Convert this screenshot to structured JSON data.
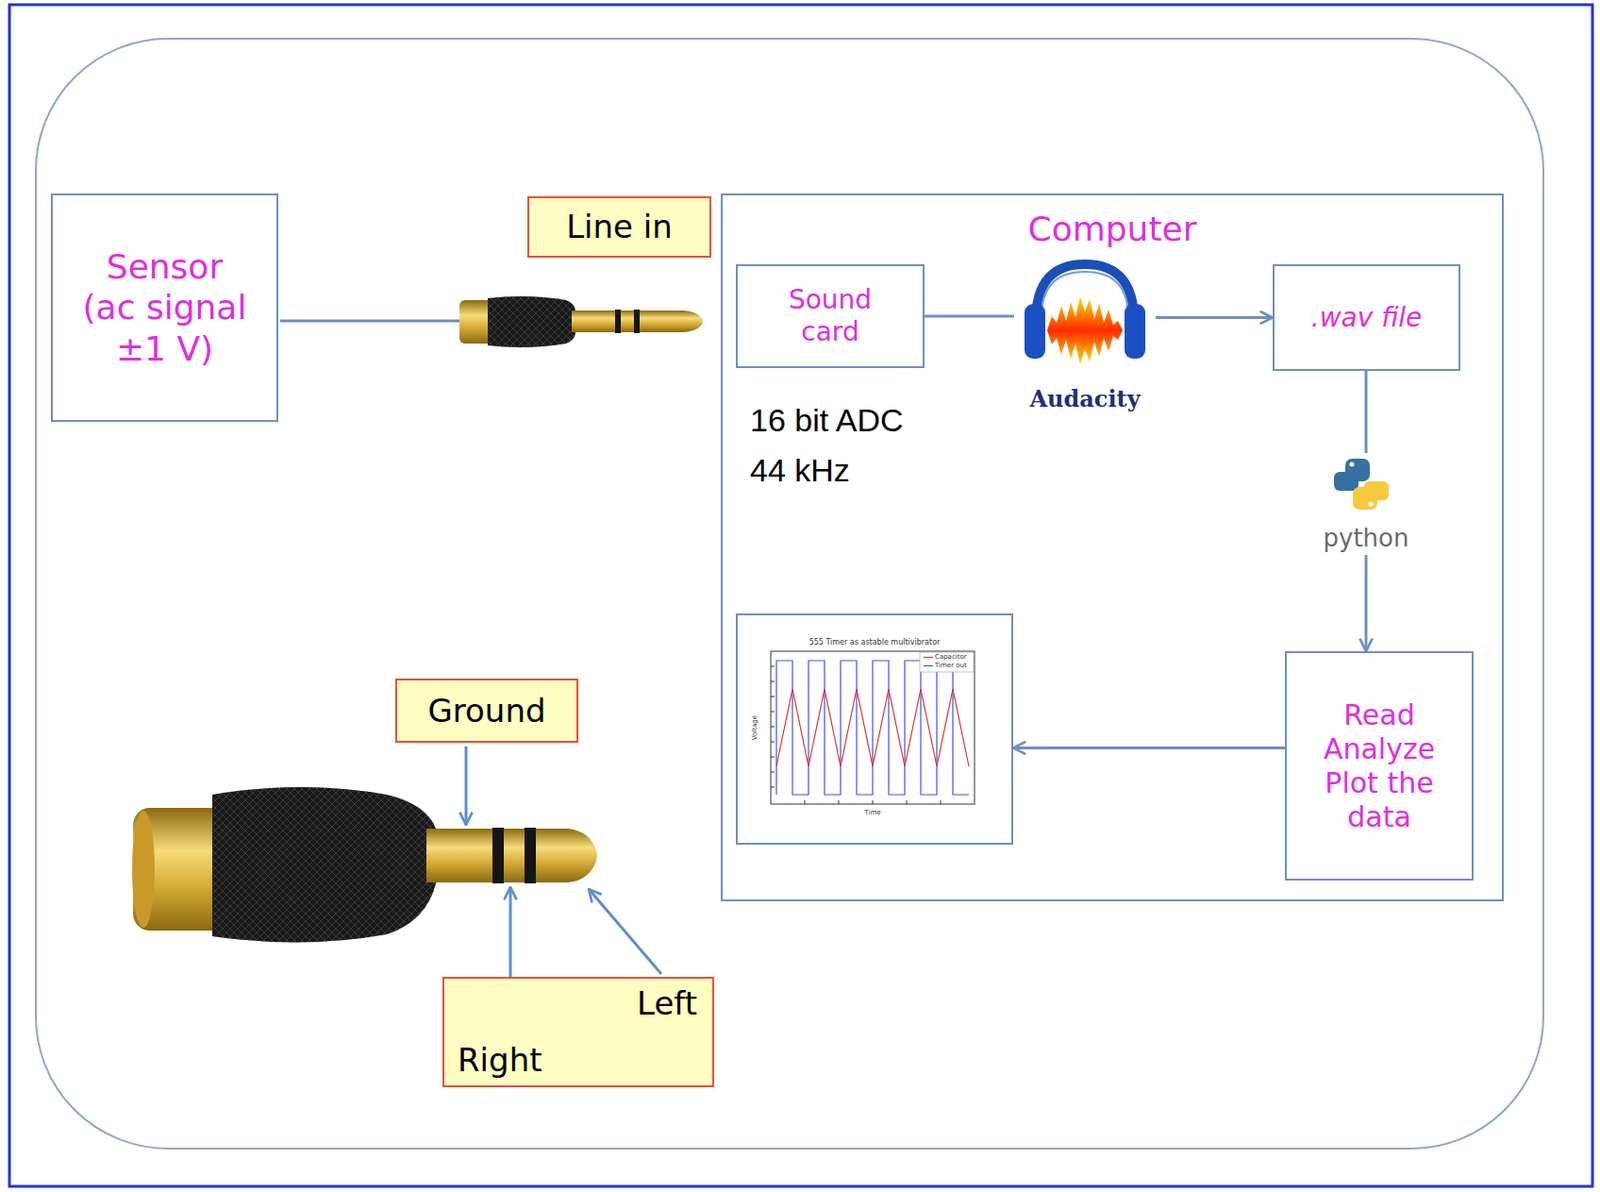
{
  "diagram": {
    "nodes": [
      {
        "text": [
          "Sensor (ac signal ±1 V)"
        ]
      },
      {
        "text": [
          "Line in"
        ]
      },
      {
        "text": [
          "Computer"
        ]
      },
      {
        "text": [
          "Sound card"
        ],
        "in": 2
      },
      {
        "text": [
          "Audacity"
        ],
        "in": 2
      },
      {
        "text": [
          ".wav file"
        ],
        "in": 2
      },
      {
        "text": [
          "python"
        ],
        "in": 2
      },
      {
        "text": [
          "555 Timer as astable multivibrator"
        ],
        "in": 2
      },
      {
        "text": [
          "Read Analyze Plot the data"
        ],
        "in": 2
      },
      {
        "text": [
          "Ground"
        ]
      },
      {
        "text": [
          "Left",
          "Right"
        ]
      }
    ],
    "edges": [
      {
        "from": 3,
        "to": 4,
        "arrow": "none"
      },
      {
        "from": 4,
        "to": 5,
        "arrow": "to"
      },
      {
        "from": 5,
        "to": 6,
        "arrow": "none"
      },
      {
        "from": 6,
        "to": 8,
        "arrow": "to"
      },
      {
        "from": 8,
        "to": 7,
        "arrow": "to"
      }
    ],
    "labels": [
      "16 bit ADC",
      "44 kHz",
      "Voltage",
      "Time"
    ],
    "legend": [
      {
        "text": "Capacitor"
      },
      {
        "text": "Timer out"
      }
    ]
  }
}
